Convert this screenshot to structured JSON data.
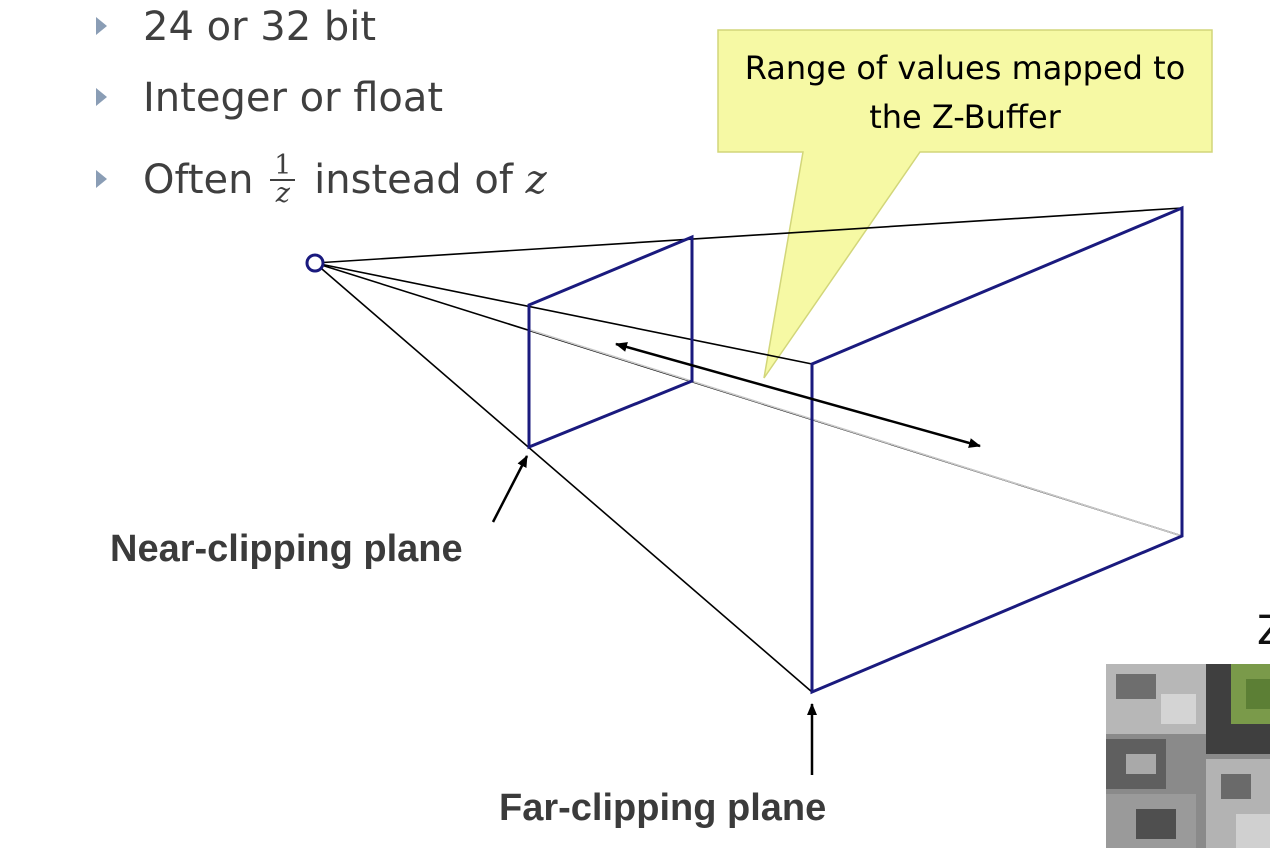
{
  "bullets": [
    {
      "text": "24 or 32 bit"
    },
    {
      "text": "Integer or float"
    },
    {
      "prefix": "Often ",
      "frac_num": "1",
      "frac_den": "z",
      "middle": " instead of ",
      "suffix": "z"
    }
  ],
  "callout": {
    "line1": "Range of values mapped to",
    "line2": "the Z-Buffer",
    "fill": "#f6f9a4",
    "border": "#d8dc7a"
  },
  "labels": {
    "near": "Near-clipping plane",
    "far": "Far-clipping plane",
    "edge_letter": "Z"
  },
  "colors": {
    "frustum": "#1a1a7e",
    "lines": "#000000",
    "bullet_marker": "#8a9db5",
    "text": "#3f3f3f"
  },
  "icons": {
    "bullet": "triangle-right-icon",
    "camera": "circle-eye-point-icon"
  }
}
